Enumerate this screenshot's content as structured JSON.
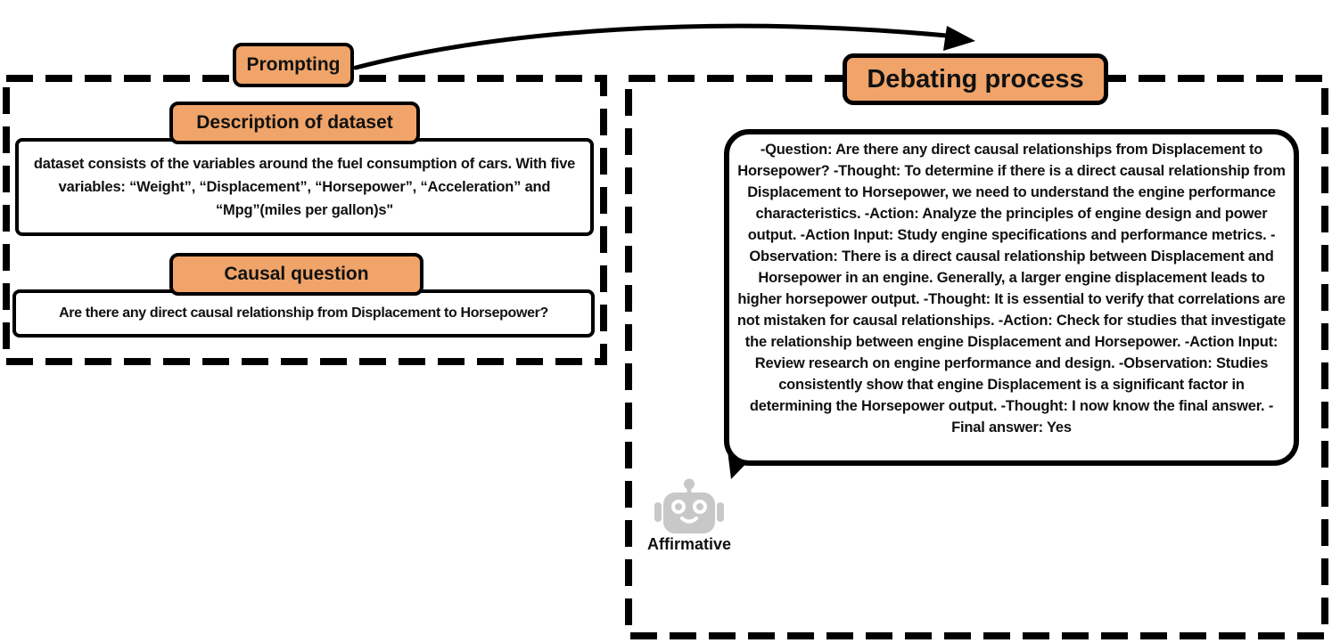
{
  "colors": {
    "accent_orange": "#F0A469",
    "line_black": "#000000",
    "robot_gray": "#C8C8C8",
    "text_black": "#111111",
    "background": "#FFFFFF"
  },
  "prompting": {
    "label": "Prompting"
  },
  "left_panel": {
    "description_header": "Description of dataset",
    "description_text": "dataset consists of the variables around the fuel consumption of cars. With five variables: “Weight”, “Displacement”, “Horsepower”, “Acceleration” and “Mpg”(miles per gallon)s\"",
    "question_header": "Causal question",
    "question_text": "Are there any direct causal relationship from Displacement to Horsepower?"
  },
  "right_panel": {
    "header": "Debating process",
    "speech_bubble_text": "-Question: Are there any direct causal relationships from Displacement to Horsepower? -Thought: To determine if there is a direct causal relationship from Displacement to Horsepower, we need to understand the engine performance characteristics. -Action: Analyze the principles of engine design and power output. -Action Input: Study engine specifications and performance metrics. -Observation: There is a direct causal relationship between Displacement and Horsepower in an engine. Generally, a larger engine displacement leads to higher horsepower output. -Thought: It is essential to verify that correlations are not mistaken for causal relationships. -Action: Check for studies that investigate the relationship between engine Displacement and Horsepower. -Action Input: Review research on engine performance and design. -Observation: Studies consistently show that engine Displacement is a significant factor in determining the Horsepower output. -Thought: I now know the final answer. -Final answer: Yes",
    "agent_label": "Affirmative",
    "robot_icon": "robot-icon"
  }
}
